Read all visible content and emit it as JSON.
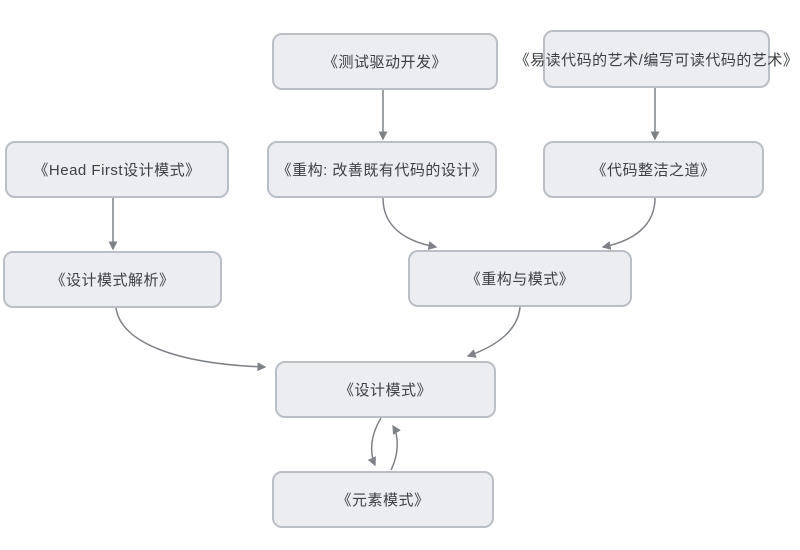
{
  "diagram": {
    "title": "",
    "nodes": [
      {
        "id": "tdd",
        "label": "《测试驱动开发》"
      },
      {
        "id": "readable-code",
        "label": "《易读代码的艺术/编写可读代码的艺术》"
      },
      {
        "id": "head-first",
        "label": "《Head First设计模式》"
      },
      {
        "id": "refactoring",
        "label": "《重构: 改善既有代码的设计》"
      },
      {
        "id": "clean-code",
        "label": "《代码整洁之道》"
      },
      {
        "id": "design-patterns-explained",
        "label": "《设计模式解析》"
      },
      {
        "id": "refactoring-to-patterns",
        "label": "《重构与模式》"
      },
      {
        "id": "design-patterns",
        "label": "《设计模式》"
      },
      {
        "id": "elemental-patterns",
        "label": "《元素模式》"
      }
    ],
    "edges": [
      {
        "from": "tdd",
        "to": "refactoring"
      },
      {
        "from": "readable-code",
        "to": "clean-code"
      },
      {
        "from": "head-first",
        "to": "design-patterns-explained"
      },
      {
        "from": "refactoring",
        "to": "refactoring-to-patterns"
      },
      {
        "from": "clean-code",
        "to": "refactoring-to-patterns"
      },
      {
        "from": "design-patterns-explained",
        "to": "design-patterns"
      },
      {
        "from": "refactoring-to-patterns",
        "to": "design-patterns"
      },
      {
        "from": "design-patterns",
        "to": "elemental-patterns"
      },
      {
        "from": "elemental-patterns",
        "to": "design-patterns"
      }
    ],
    "colors": {
      "node_fill": "#ecedf0",
      "node_border": "#b9bfc5",
      "arrow": "#7e8286",
      "text": "#3c4043",
      "bg": "#ffffff"
    }
  }
}
